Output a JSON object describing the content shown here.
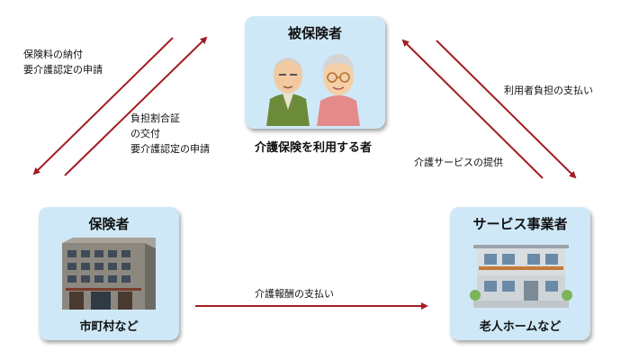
{
  "insured": {
    "title": "被保険者",
    "caption": "介護保険を利用する者"
  },
  "insurer": {
    "title": "保険者",
    "subtitle": "市町村など"
  },
  "provider": {
    "title": "サービス事業者",
    "subtitle": "老人ホームなど"
  },
  "arrows": {
    "insured_to_insurer": [
      "保険料の納付",
      "要介護認定の申請"
    ],
    "insurer_to_insured": [
      "負担割合証",
      "の交付",
      "要介護認定の申請"
    ],
    "insured_to_provider": [
      "利用者負担の支払い"
    ],
    "provider_to_insured": [
      "介護サービスの提供"
    ],
    "insurer_to_provider": [
      "介護報酬の支払い"
    ]
  },
  "colors": {
    "arrow": "#a31d24",
    "panel": "#cfe8f7"
  }
}
